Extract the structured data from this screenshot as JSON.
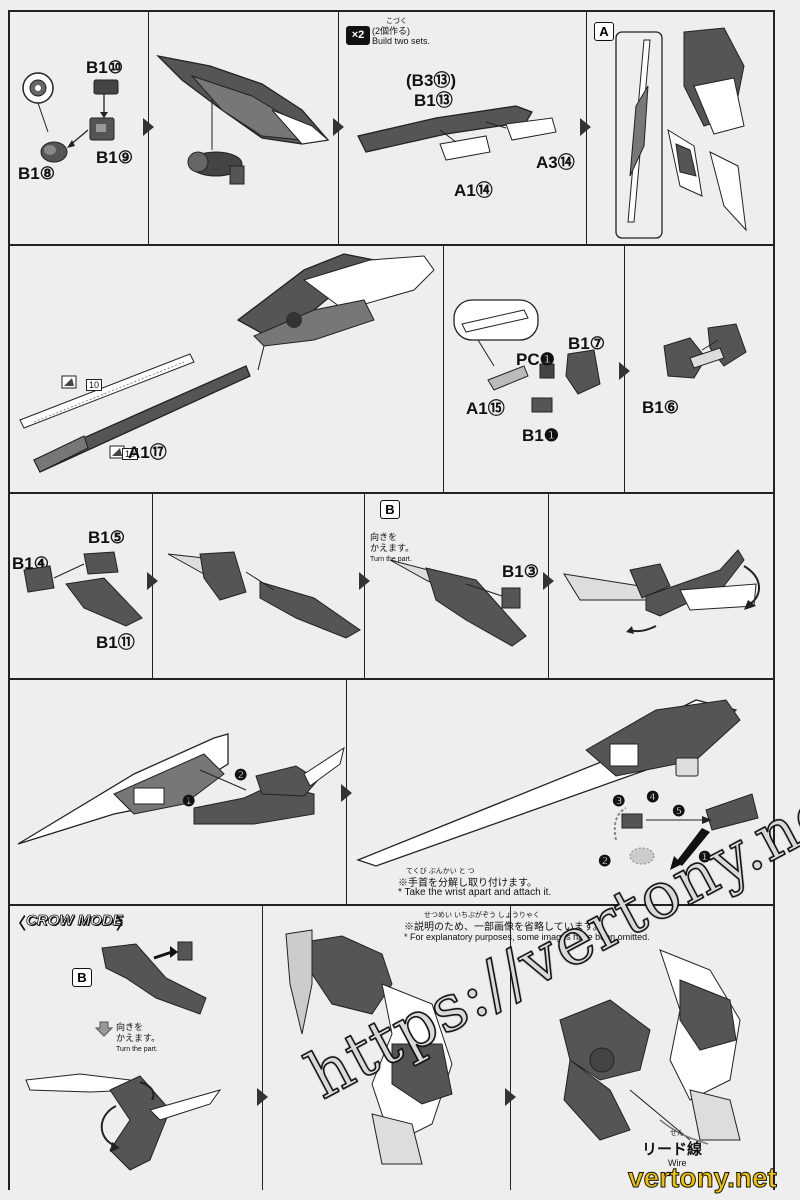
{
  "step1": {
    "b10": "B1⑩",
    "b9": "B1⑨",
    "b8": "B1⑧",
    "x2_icon": "×2",
    "x2_ruby": "こづく",
    "x2_jp": "(2個作る)",
    "x2_en": "Build two sets.",
    "b3_13": "(B3⑬)",
    "b1_13": "B1⑬",
    "a3_14": "A3⑭",
    "a1_14": "A1⑭",
    "box_a": "A"
  },
  "step2": {
    "a1_17": "A1⑰",
    "tag_10_a": "10",
    "tag_10_b": "10",
    "b1_7": "B1⑦",
    "pc1": "PC❶",
    "a1_15": "A1⑮",
    "b1_1": "B1❶",
    "b1_6": "B1⑥"
  },
  "step3": {
    "b1_4": "B1④",
    "b1_5": "B1⑤",
    "b1_11": "B1⑪",
    "box_b": "B",
    "turn_jp": "向きを\nかえます。",
    "turn_en": "Turn the part.",
    "b1_3": "B1③"
  },
  "step4": {
    "n1": "❶",
    "n2": "❷",
    "n3": "❸",
    "n4": "❹",
    "n5": "❺",
    "n2b": "❷",
    "n1b": "❶",
    "note_jp": "※手首を分解し取り付けます。",
    "note_ruby": "てくび   ぶんかい   と  つ",
    "note_en": "* Take the wrist apart and attach it."
  },
  "crow": {
    "title": "CROW MODE",
    "box_b": "B",
    "turn_jp": "向きを\nかえます。",
    "turn_en": "Turn the part.",
    "note_jp": "※説明のため、一部画像を省略しています。",
    "note_ruby": "せつめい      いちぶがぞう  しょうりゃく",
    "note_en": "* For explanatory purposes, some images have been omitted.",
    "wire_jp": "リード線",
    "wire_ruby": "せん",
    "wire_en": "Wire"
  },
  "watermark": {
    "url": "https://vertony.net/",
    "brand": "vertony.net"
  }
}
